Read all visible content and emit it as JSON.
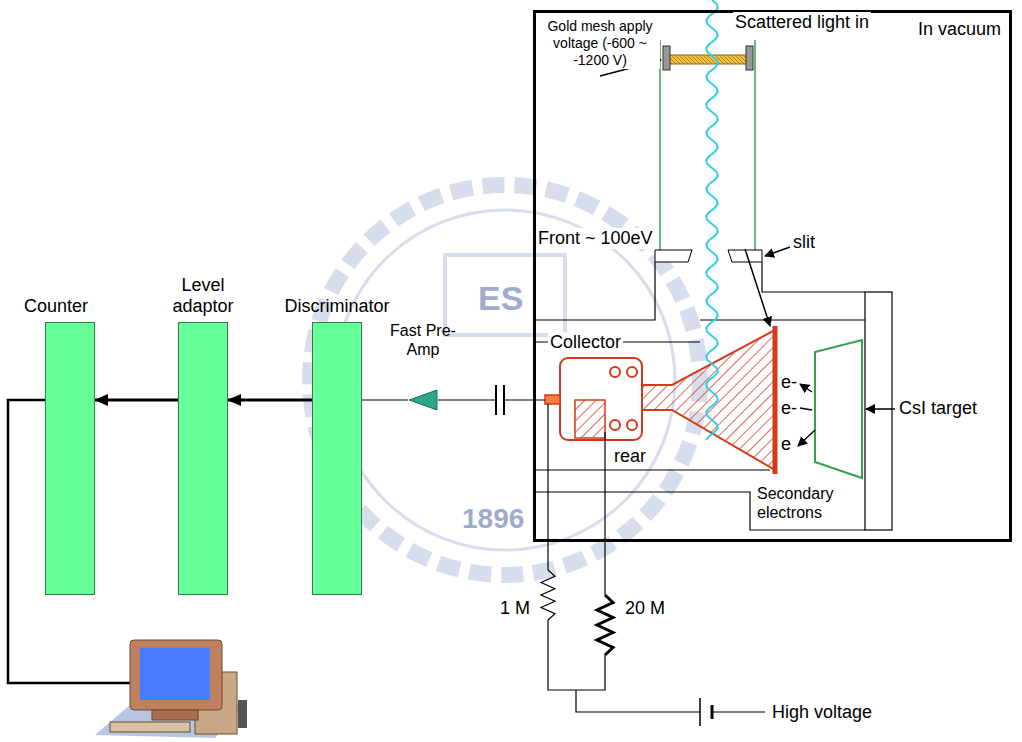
{
  "diagram": {
    "nodes": [
      {
        "text": [
          "Counter"
        ]
      },
      {
        "text": [
          "Level adaptor"
        ]
      },
      {
        "text": [
          "Discriminator"
        ]
      },
      {
        "text": [
          "Fast Pre-Amp"
        ]
      },
      {
        "text": [
          "In vacuum"
        ]
      }
    ],
    "edges": [
      {
        "from": 1,
        "to": 0,
        "arrow": "to"
      },
      {
        "from": 2,
        "to": 1,
        "arrow": "to"
      },
      {
        "from": 3,
        "to": 2,
        "arrow": "none"
      }
    ],
    "labels": [
      "Scattered light in",
      "Gold mesh apply voltage (-600 ~ -1200 V)",
      "slit",
      "Front ~ 100eV",
      "Collector",
      "e-",
      "e-",
      "e",
      "CsI target",
      "rear",
      "Secondary electrons",
      "1 M",
      "20 M",
      "High voltage",
      "ES",
      "1896"
    ]
  }
}
